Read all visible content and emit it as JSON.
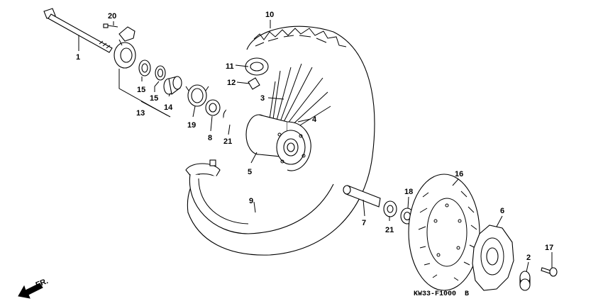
{
  "diagram": {
    "part_numbers": {
      "p1": "1",
      "p2": "2",
      "p3": "3",
      "p4": "4",
      "p5": "5",
      "p6": "6",
      "p7": "7",
      "p8": "8",
      "p9": "9",
      "p10": "10",
      "p11": "11",
      "p12": "12",
      "p13": "13",
      "p14": "14",
      "p15a": "15",
      "p15b": "15",
      "p16": "16",
      "p17": "17",
      "p18": "18",
      "p19": "19",
      "p20": "20",
      "p21a": "21",
      "p21b": "21"
    },
    "front_arrow_label": "FR.",
    "drawing_code": "KW33-F1000",
    "drawing_code_suffix": "B"
  }
}
